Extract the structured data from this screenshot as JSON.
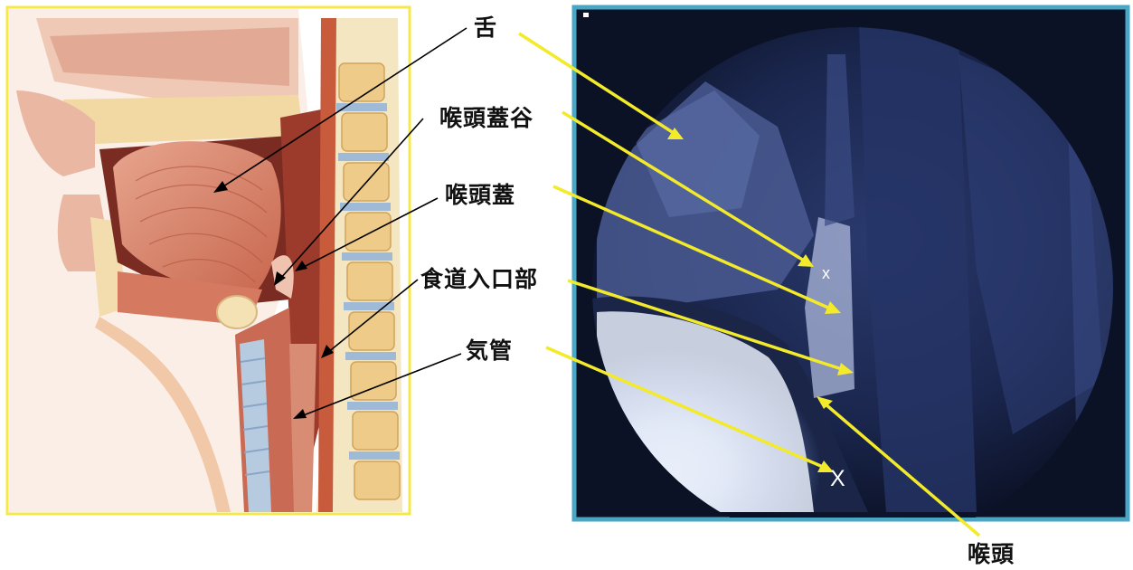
{
  "labels": {
    "tongue": "舌",
    "vallecula": "喉頭蓋谷",
    "epiglottis": "喉頭蓋",
    "esophageal_entrance": "食道入口部",
    "trachea": "気管",
    "larynx": "喉頭"
  },
  "markers": {
    "small_x": "x",
    "large_x": "X"
  },
  "colors": {
    "left_frame": "#f7e84a",
    "right_frame": "#49a6c4",
    "leader_yellow": "#f2ea2a",
    "leader_black": "#000000",
    "xray_dark": "#0c1226",
    "xray_light": "#e8eefa"
  }
}
